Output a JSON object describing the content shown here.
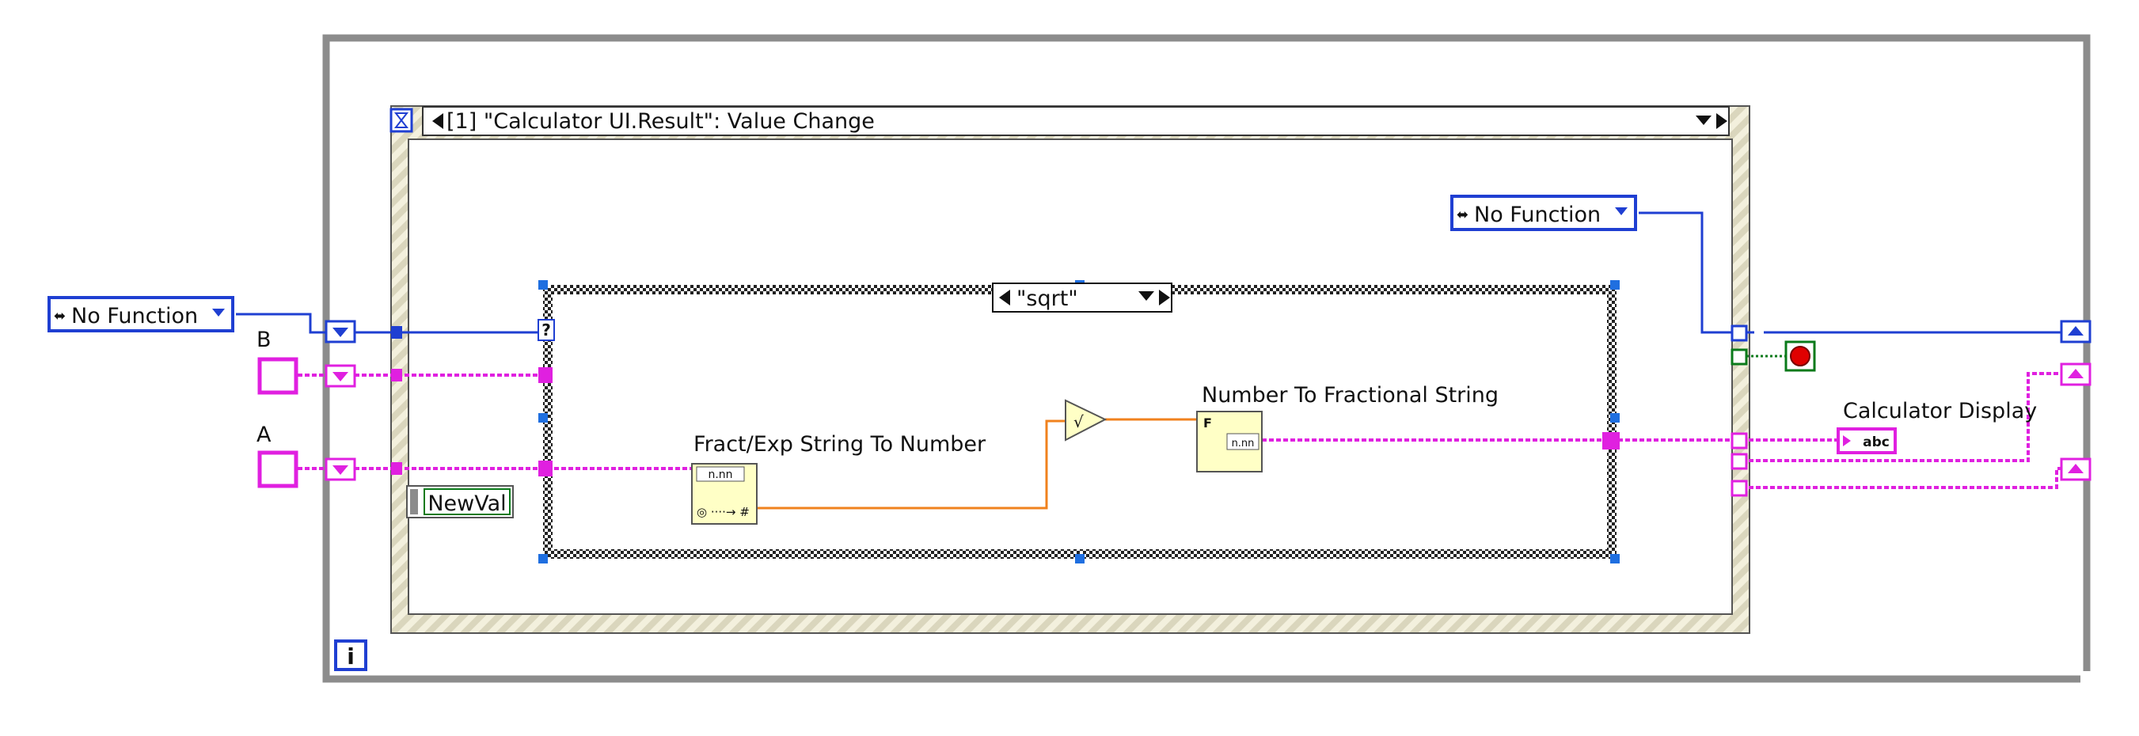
{
  "event_structure": {
    "case_label": "[1] \"Calculator UI.Result\": Value Change",
    "event_data_node": "NewVal"
  },
  "case_structure": {
    "selector_value": "\"sqrt\""
  },
  "enum_constants": {
    "left": "No Function",
    "right": "No Function"
  },
  "inputs": {
    "b_label": "B",
    "a_label": "A"
  },
  "functions": {
    "fract_exp_label": "Fract/Exp String To Number",
    "number_to_fract_label": "Number To Fractional String",
    "fract_icon_top": "n.nn",
    "to_string_icon_letter": "F",
    "to_string_icon_box": "n.nn"
  },
  "indicator": {
    "label": "Calculator Display",
    "icon_text": "abc"
  },
  "misc": {
    "case_selector_q": "?",
    "iteration_terminal": "i"
  },
  "colors": {
    "enum_wire": "#1f3fd2",
    "string_wire": "#e020e0",
    "numeric_wire": "#f0821e",
    "bool_wire": "#0a7a1a",
    "structure_gray": "#8c8c8c",
    "function_fill": "#ffffc6",
    "stop_red": "#e00000"
  }
}
